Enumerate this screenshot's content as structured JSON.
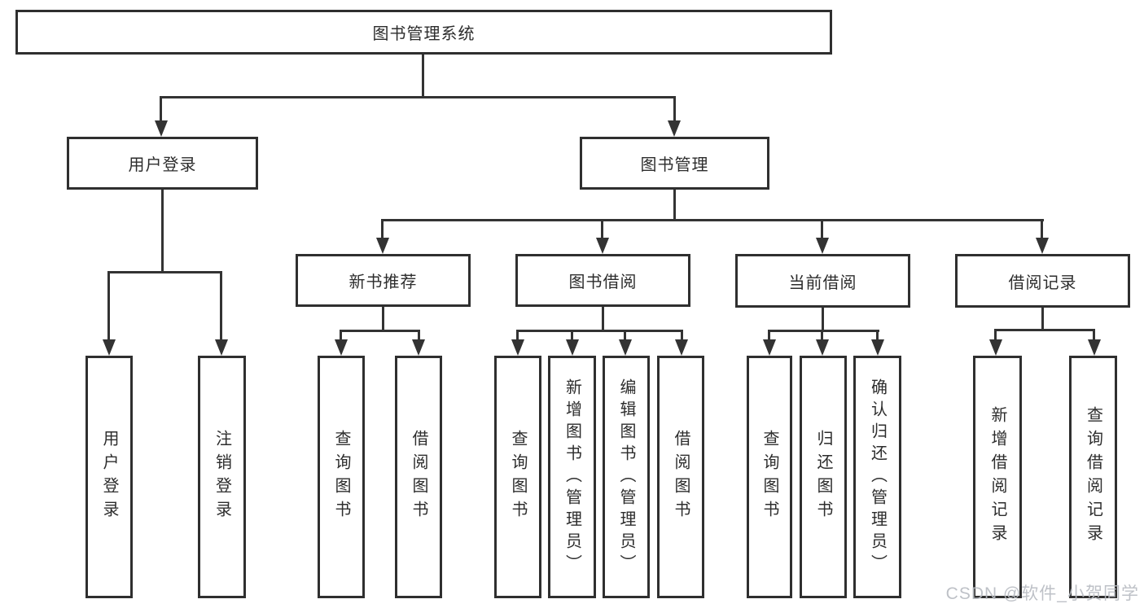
{
  "diagram": {
    "title": "图书管理系统",
    "type": "hierarchy-tree"
  },
  "nodes": {
    "root": {
      "label": "图书管理系统"
    },
    "user_login": {
      "label": "用户登录"
    },
    "book_mgmt": {
      "label": "图书管理"
    },
    "new_book_rec": {
      "label": "新书推荐"
    },
    "book_borrow": {
      "label": "图书借阅"
    },
    "current_borrow": {
      "label": "当前借阅"
    },
    "borrow_records": {
      "label": "借阅记录"
    },
    "leaf_user_login": {
      "label": "用户登录"
    },
    "leaf_logout": {
      "label": "注销登录"
    },
    "leaf_query_book_1": {
      "label": "查询图书"
    },
    "leaf_borrow_book_1": {
      "label": "借阅图书"
    },
    "leaf_query_book_2": {
      "label": "查询图书"
    },
    "leaf_add_book": {
      "label": "新增图书（管理员）"
    },
    "leaf_edit_book": {
      "label": "编辑图书（管理员）"
    },
    "leaf_borrow_book_2": {
      "label": "借阅图书"
    },
    "leaf_query_book_3": {
      "label": "查询图书"
    },
    "leaf_return_book": {
      "label": "归还图书"
    },
    "leaf_confirm_return": {
      "label": "确认归还（管理员）"
    },
    "leaf_add_record": {
      "label": "新增借阅记录"
    },
    "leaf_query_record": {
      "label": "查询借阅记录"
    }
  },
  "watermark": {
    "text": "CSDN @软件_小贺同学",
    "color": "#b7bbc1"
  },
  "colors": {
    "line": "#333333",
    "box_border": "#2f2f2f",
    "box_bg": "#ffffff",
    "text": "#2d2d2d"
  }
}
